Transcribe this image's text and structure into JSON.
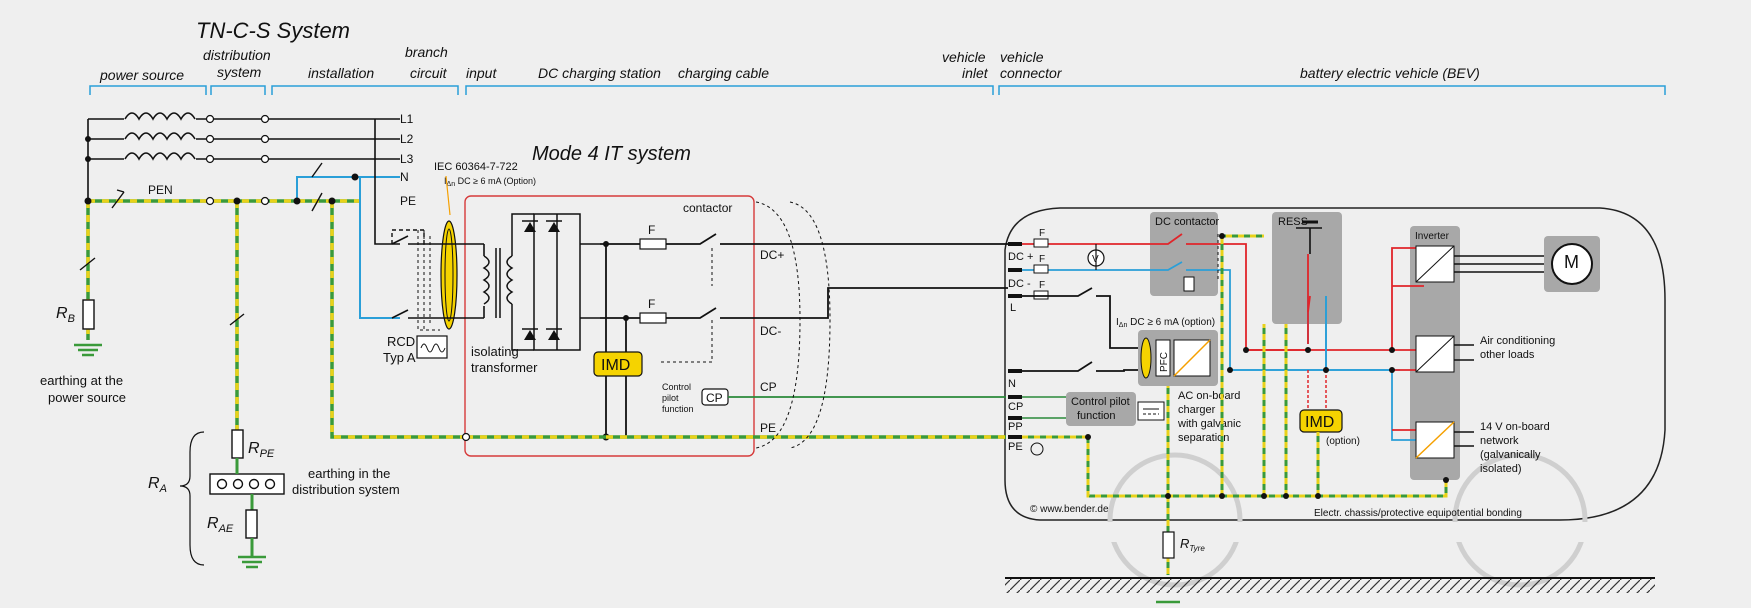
{
  "title": "TN-C-S System",
  "subtitle": "Mode 4   IT system",
  "sections": {
    "power_source": "power source",
    "distribution": "distribution",
    "system": "system",
    "installation": "installation",
    "branch": "branch",
    "circuit": "circuit",
    "input": "input",
    "dc_station": "DC charging station",
    "cable": "charging cable",
    "vehicle": "vehicle",
    "inlet": "inlet",
    "connector": "connector",
    "vehicle2": "vehicle",
    "bev": "battery electric vehicle (BEV)"
  },
  "lines": {
    "l1": "L1",
    "l2": "L2",
    "l3": "L3",
    "n": "N",
    "pe": "PE",
    "pen": "PEN"
  },
  "labels": {
    "rb_r": "R",
    "rb_sub": "B",
    "earthing_source_1": "earthing at the",
    "earthing_source_2": "power source",
    "rpe_r": "R",
    "rpe_sub": "PE",
    "rae_r": "R",
    "rae_sub": "AE",
    "ra_r": "R",
    "ra_sub": "A",
    "earthing_dist_1": "earthing in the",
    "earthing_dist_2": "distribution system",
    "iec": "IEC 60364-7-722",
    "idn_i": "I",
    "idn_sub": "Δn",
    "idn_rest": " DC ≥ 6 mA (Option)",
    "rcd_1": "RCD",
    "rcd_2": "Typ A",
    "transformer_1": "isolating",
    "transformer_2": "transformer",
    "contactor": "contactor",
    "fuse": "F",
    "imd": "IMD",
    "cp_box": "CP",
    "cp_label_1": "Control",
    "cp_label_2": "pilot",
    "cp_label_3": "function",
    "dc_plus": "DC+",
    "dc_minus": "DC-",
    "cp": "CP",
    "pe": "PE"
  },
  "vehicle": {
    "dcplus": "DC +",
    "dcminus": "DC -",
    "l": "L",
    "n": "N",
    "cp": "CP",
    "pp": "PP",
    "pe": "PE",
    "dc_contactor": "DC contactor",
    "ress": "RESS",
    "inverter": "Inverter",
    "motor": "M",
    "v": "V",
    "idn_i": "I",
    "idn_sub": "Δn",
    "idn_rest": " DC ≥ 6 mA (option)",
    "pfc": "PFC",
    "charger_1": "AC on-board",
    "charger_2": "charger",
    "galvanic_1": "with galvanic",
    "galvanic_2": "separation",
    "control_pilot_1": "Control pilot",
    "control_pilot_2": "function",
    "imd": "IMD",
    "imd_option": "(option)",
    "air_1": "Air conditioning",
    "air_2": "other loads",
    "net_1": "14 V on-board",
    "net_2": "network",
    "net_3": "(galvanically",
    "net_4": "isolated)",
    "copyright": "© www.bender.de",
    "chassis": "Electr. chassis/protective equipotential bonding",
    "rtyre_r": "R",
    "rtyre_sub": "Tyre"
  },
  "colors": {
    "phase": "#111111",
    "neutral": "#2a9fd8",
    "pe_green": "#3a9a3a",
    "pe_yellow": "#e8d21a",
    "dc_red": "#e0252a",
    "imd_yellow": "#f5d300",
    "grey_box": "#a8a8a8",
    "bracket_blue": "#2a9fd8",
    "station_red": "#d63a3a",
    "cp_green": "#2a8a3a"
  }
}
